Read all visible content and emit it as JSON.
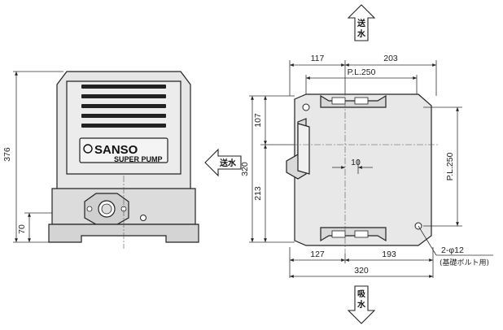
{
  "front_view": {
    "brand": "SANSO",
    "model": "SUPER PUMP",
    "height_dim": "376",
    "base_dim": "70"
  },
  "side_view": {
    "top_left_dim": "117",
    "top_right_dim": "203",
    "pl_top": "P.L.250",
    "left_upper_dim": "107",
    "left_total_dim": "320",
    "left_lower_dim": "213",
    "center_offset_dim": "10",
    "pl_right": "P.L.250",
    "bottom_left_dim": "127",
    "bottom_right_dim": "193",
    "bottom_total_dim": "320",
    "hole_spec": "2-φ12",
    "hole_note": "(基礎ボルト用)"
  },
  "flow_labels": {
    "discharge_top": [
      "送",
      "水"
    ],
    "discharge_side": "送水",
    "suction": [
      "吸",
      "水"
    ]
  },
  "colors": {
    "body_fill": "#e6e6e6",
    "body_dark": "#bdbdbd",
    "line": "#222222"
  }
}
